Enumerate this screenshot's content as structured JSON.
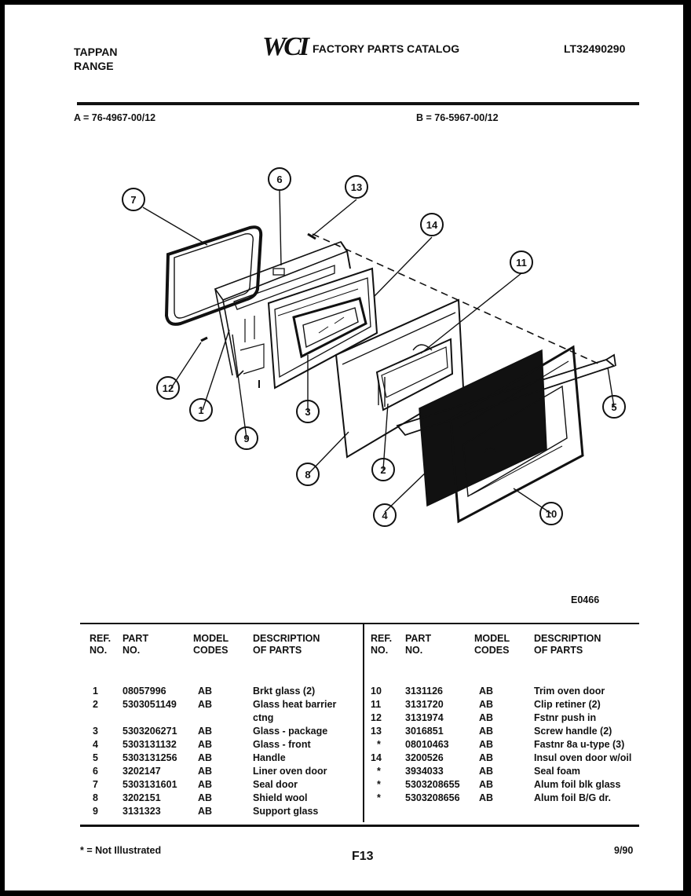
{
  "header": {
    "brand_line1": "TAPPAN",
    "brand_line2": "RANGE",
    "logo_text": "WCI",
    "catalog_title": "FACTORY PARTS CATALOG",
    "catalog_number": "LT32490290",
    "model_a": "A = 76-4967-00/12",
    "model_b": "B = 76-5967-00/12"
  },
  "diagram": {
    "callouts": [
      "7",
      "6",
      "13",
      "14",
      "11",
      "12",
      "1",
      "9",
      "3",
      "5",
      "8",
      "2",
      "4",
      "10"
    ],
    "drawing_code": "E0466"
  },
  "table_headers": {
    "ref": [
      "REF.",
      "NO."
    ],
    "part": [
      "PART",
      "NO."
    ],
    "model": [
      "MODEL",
      "CODES"
    ],
    "desc": [
      "DESCRIPTION",
      "OF PARTS"
    ]
  },
  "parts_left": [
    {
      "ref": "1",
      "part": "08057996",
      "codes": "AB",
      "desc": "Brkt glass (2)"
    },
    {
      "ref": "2",
      "part": "5303051149",
      "codes": "AB",
      "desc": "Glass heat barrier"
    },
    {
      "ref": "",
      "part": "",
      "codes": "",
      "desc": "ctng"
    },
    {
      "ref": "3",
      "part": "5303206271",
      "codes": "AB",
      "desc": "Glass - package"
    },
    {
      "ref": "4",
      "part": "5303131132",
      "codes": "AB",
      "desc": "Glass - front"
    },
    {
      "ref": "5",
      "part": "5303131256",
      "codes": "AB",
      "desc": "Handle"
    },
    {
      "ref": "6",
      "part": "3202147",
      "codes": "AB",
      "desc": "Liner oven door"
    },
    {
      "ref": "7",
      "part": "5303131601",
      "codes": "AB",
      "desc": "Seal door"
    },
    {
      "ref": "8",
      "part": "3202151",
      "codes": "AB",
      "desc": "Shield wool"
    },
    {
      "ref": "9",
      "part": "3131323",
      "codes": "AB",
      "desc": "Support glass"
    }
  ],
  "parts_right": [
    {
      "ref": "10",
      "part": "3131126",
      "codes": "AB",
      "desc": "Trim oven door"
    },
    {
      "ref": "11",
      "part": "3131720",
      "codes": "AB",
      "desc": "Clip retiner (2)"
    },
    {
      "ref": "12",
      "part": "3131974",
      "codes": "AB",
      "desc": "Fstnr push in"
    },
    {
      "ref": "13",
      "part": "3016851",
      "codes": "AB",
      "desc": "Screw handle (2)"
    },
    {
      "ref": "*",
      "part": "08010463",
      "codes": "AB",
      "desc": "Fastnr 8a u-type (3)"
    },
    {
      "ref": "14",
      "part": "3200526",
      "codes": "AB",
      "desc": "Insul oven door w/oil"
    },
    {
      "ref": "*",
      "part": "3934033",
      "codes": "AB",
      "desc": "Seal foam"
    },
    {
      "ref": "*",
      "part": "5303208655",
      "codes": "AB",
      "desc": "Alum foil blk glass"
    },
    {
      "ref": "*",
      "part": "5303208656",
      "codes": "AB",
      "desc": "Alum foil B/G dr."
    }
  ],
  "footer": {
    "note": "* = Not Illustrated",
    "page": "F13",
    "date": "9/90"
  }
}
